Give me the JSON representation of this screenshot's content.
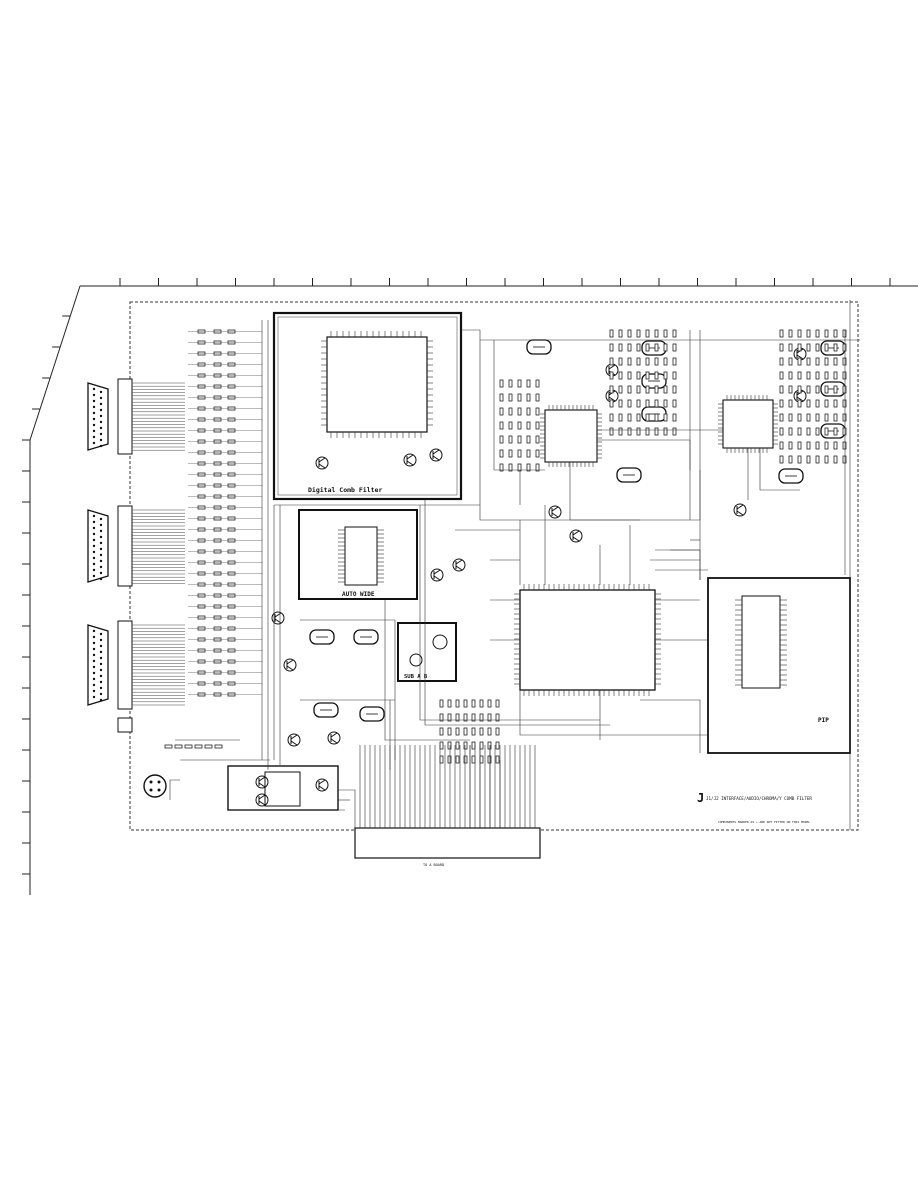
{
  "blocks": {
    "comb_filter": "Digital Comb Filter",
    "auto_wide": "AUTO WIDE",
    "sub_ab": "SUB A B",
    "pip": "PIP"
  },
  "sheet": {
    "title": "J1/J2 INTERFACE/AUDIO/CHROMA/Y COMB FILTER",
    "note": "COMPONENTS MARKED AS ⚠ ARE NOT FITTED ON THIS MODEL",
    "marker": "J",
    "bottom_connector_caption": "TO A BOARD"
  }
}
